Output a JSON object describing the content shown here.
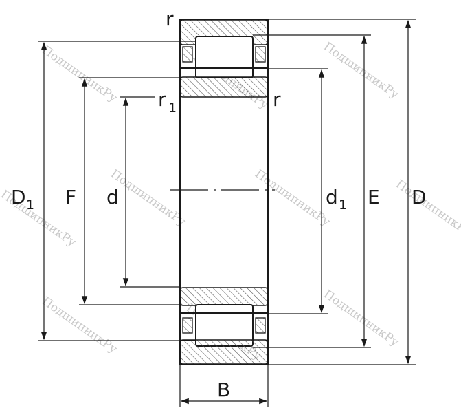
{
  "labels": {
    "r_top": "r",
    "r1_main": "r",
    "r1_sub": "1",
    "r_right": "r",
    "D1_main": "D",
    "D1_sub": "1",
    "F": "F",
    "d": "d",
    "d1_main": "d",
    "d1_sub": "1",
    "E": "E",
    "D": "D",
    "B": "B"
  },
  "watermark": "ПодшипникРу",
  "colors": {
    "line": "#1a1a1a",
    "hatch": "#5a5a5a",
    "watermark": "#c9c9c9"
  }
}
